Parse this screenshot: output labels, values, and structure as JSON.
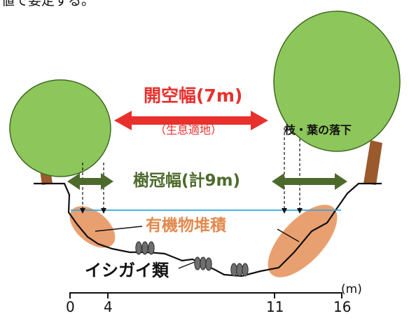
{
  "header_text": "値で要定する。",
  "open_width": {
    "label": "開空幅(7m)",
    "sub_label": "（生息適地）"
  },
  "leaf_fall_label": "枝・葉の落下",
  "crown_width_label": "樹冠幅(計9m)",
  "organic_label": "有機物堆積",
  "mussel_label": "イシガイ類",
  "axis": {
    "unit": "(m)",
    "ticks": [
      "0",
      "4",
      "11",
      "16"
    ]
  },
  "colors": {
    "open_arrow": "#e8302c",
    "crown_arrow": "#4d6a2c",
    "tree_canopy": "#8dc65a",
    "tree_trunk": "#9a5a2c",
    "organic_deposit": "#e9a070",
    "water_line": "#35a4df",
    "mussel": "#6e6e6e"
  }
}
